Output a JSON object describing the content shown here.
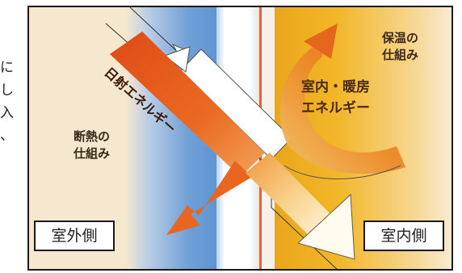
{
  "diagram": {
    "labels": {
      "solar_energy": "日射エネルギー",
      "indoor_heating_1": "室内・暖房",
      "indoor_heating_2": "エネルギー",
      "insulation_1": "断熱の",
      "insulation_2": "仕組み",
      "heat_retention_1": "保温の",
      "heat_retention_2": "仕組み",
      "outdoor_side": "室外側",
      "indoor_side": "室内側"
    },
    "edge_text": [
      "に",
      "し",
      "入",
      "、"
    ],
    "colors": {
      "outdoor_bg": "#f6e7cf",
      "blue_band": "#6f9fd6",
      "glass_white": "#ffffff",
      "indoor_yellow": "#f0b21f",
      "solar_arrow": "#e8601e",
      "heat_arrow": "#e8862e",
      "red_line": "#e0604a"
    },
    "icons": [
      "solar-arrow-icon",
      "reflection-arrow-icon",
      "heat-curve-arrow-icon"
    ]
  }
}
